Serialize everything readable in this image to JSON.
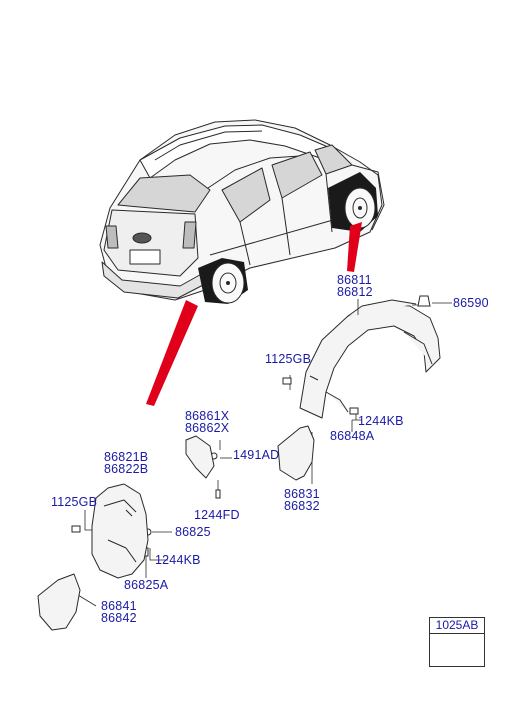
{
  "labels": {
    "p86811": "86811",
    "p86812": "86812",
    "p86590": "86590",
    "p1125GB_a": "1125GB",
    "p1244KB_a": "1244KB",
    "p86848A": "86848A",
    "p86861X": "86861X",
    "p86862X": "86862X",
    "p1491AD": "1491AD",
    "p1244FD": "1244FD",
    "p86831": "86831",
    "p86832": "86832",
    "p86821B": "86821B",
    "p86822B": "86822B",
    "p1125GB_b": "1125GB",
    "p86825": "86825",
    "p1244KB_b": "1244KB",
    "p86825A": "86825A",
    "p86841": "86841",
    "p86842": "86842"
  },
  "legend": {
    "code": "1025AB"
  },
  "colors": {
    "label_text": "#1a1aa6",
    "pointer_red": "#e0001a",
    "line_art": "#2a2a2a"
  }
}
